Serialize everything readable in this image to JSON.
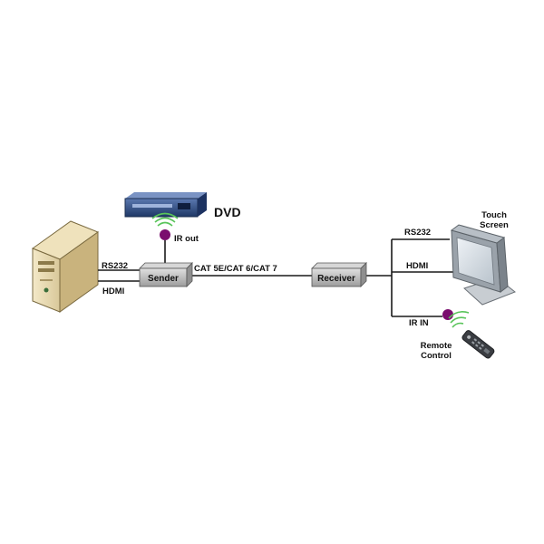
{
  "devices": {
    "dvd_label": "DVD",
    "sender_label": "Sender",
    "receiver_label": "Receiver",
    "screen_label_line1": "Touch",
    "screen_label_line2": "Screen",
    "remote_label_line1": "Remote",
    "remote_label_line2": "Control"
  },
  "connections": {
    "pc_rs232": "RS232",
    "pc_hdmi": "HDMI",
    "ir_out": "IR out",
    "cable": "CAT 5E/CAT 6/CAT 7",
    "screen_rs232": "RS232",
    "screen_hdmi": "HDMI",
    "ir_in": "IR IN"
  },
  "colors": {
    "ir_dot": "#7a0d6e",
    "ir_waves": "#59c45a",
    "dvd_body": "#2d4d86",
    "box_fill": "#bdbdbd"
  }
}
